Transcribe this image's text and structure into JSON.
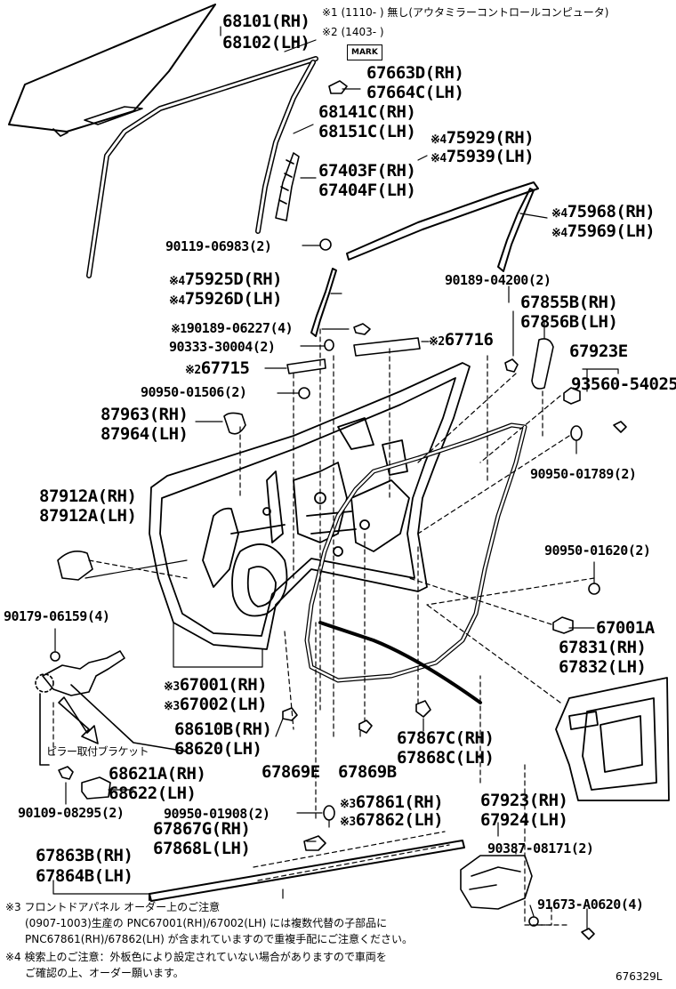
{
  "header": {
    "note1": "※1 (1110-      ) 無し(アウタミラーコントロールコンピュータ)",
    "note2": "※2 (1403-      )",
    "mark_box": "MARK"
  },
  "parts": {
    "p68101": "68101(RH)",
    "p68102": "68102(LH)",
    "p67663D": "67663D(RH)",
    "p67664C": "67664C(LH)",
    "p68141C": "68141C(RH)",
    "p68151C": "68151C(LH)",
    "p75929": "75929(RH)",
    "p75939": "75939(LH)",
    "p67403F": "67403F(RH)",
    "p67404F": "67404F(LH)",
    "p75968": "75968(RH)",
    "p75969": "75969(LH)",
    "p90119": "90119-06983(2)",
    "p75925D": "75925D(RH)",
    "p75926D": "75926D(LH)",
    "p90189_04200": "90189-04200(2)",
    "p67855B": "67855B(RH)",
    "p67856B": "67856B(LH)",
    "p90189_06227": "90189-06227(4)",
    "p90333": "90333-30004(2)",
    "p67716": "67716",
    "p67923E": "67923E",
    "p67715": "67715",
    "p93560": "93560-54025",
    "p90950_01506": "90950-01506(2)",
    "p87963": "87963(RH)",
    "p87964": "87964(LH)",
    "p90950_01789": "90950-01789(2)",
    "p87912A_rh": "87912A(RH)",
    "p87912A_lh": "87912A(LH)",
    "p90950_01620": "90950-01620(2)",
    "p90179": "90179-06159(4)",
    "p67001A": "67001A",
    "p67831": "67831(RH)",
    "p67832": "67832(LH)",
    "p67001": "67001(RH)",
    "p67002": "67002(LH)",
    "p68610B": "68610B(RH)",
    "p68620": "68620(LH)",
    "pillar_bracket": "ピラー取付ブラケット",
    "p67867C": "67867C(RH)",
    "p67868C": "67868C(LH)",
    "p68621A": "68621A(RH)",
    "p68622": "68622(LH)",
    "p67869E": "67869E",
    "p67869B": "67869B",
    "p90109": "90109-08295(2)",
    "p67861": "67861(RH)",
    "p67862": "67862(LH)",
    "p90950_01908": "90950-01908(2)",
    "p67923": "67923(RH)",
    "p67924": "67924(LH)",
    "p67867G": "67867G(RH)",
    "p67868L": "67868L(LH)",
    "p90387": "90387-08171(2)",
    "p67863B": "67863B(RH)",
    "p67864B": "67864B(LH)",
    "p91673": "91673-A0620(4)"
  },
  "marks": {
    "m1": "※1",
    "m2": "※2",
    "m3": "※3",
    "m4": "※4"
  },
  "footer": {
    "line1": "※3 フロントドアパネル オーダー上のご注意",
    "line2": "(0907-1003)生産の PNC67001(RH)/67002(LH) には複数代替の子部品に",
    "line3": "PNC67861(RH)/67862(LH) が含まれていますので重複手配にご注意ください。",
    "line4": "※4 検索上のご注意：外板色により設定されていない場合がありますので車両を",
    "line5": "ご確認の上、オーダー願います。",
    "diagram_id": "676329L"
  }
}
